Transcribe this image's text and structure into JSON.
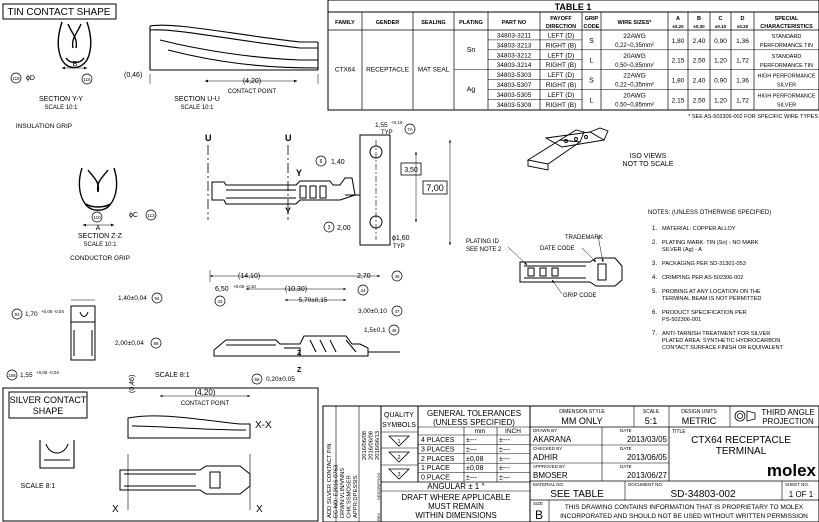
{
  "title_block": {
    "tin_contact_shape": "TIN CONTACT SHAPE",
    "silver_contact_shape": "SILVER CONTACT SHAPE",
    "silver_contact_shape_line1": "SILVER CONTACT",
    "silver_contact_shape_line2": "SHAPE"
  },
  "table1": {
    "title": "TABLE 1",
    "headers": [
      "FAMILY",
      "GENDER",
      "SEALING",
      "PLATING",
      "PART NO",
      "PAYOFF DIRECTION",
      "GRIP CODE",
      "WIRE SIZES*",
      "A ±0.20",
      "B ±0.30",
      "C ±0.10",
      "D ±0.20",
      "SPECIAL CHARACTERISTICS"
    ],
    "family": "CTX64",
    "gender": "RECEPTACLE",
    "sealing": "MAT SEAL",
    "rows": [
      {
        "plating": "Sn",
        "part": "34803-3211",
        "payoff": "LEFT (D)",
        "grip": "S",
        "wire1": "22AWG",
        "wire2": "0,22~0,35mm²",
        "a": "1,80",
        "b": "2,40",
        "c": "0,90",
        "d": "1,36",
        "special1": "STANDARD",
        "special2": "PERFORMANCE TIN"
      },
      {
        "plating": "",
        "part": "34803-3213",
        "payoff": "RIGHT (B)",
        "grip": "",
        "wire1": "",
        "wire2": "",
        "a": "",
        "b": "",
        "c": "",
        "d": "",
        "special1": "",
        "special2": ""
      },
      {
        "plating": "",
        "part": "34803-3212",
        "payoff": "LEFT (D)",
        "grip": "L",
        "wire1": "20AWG",
        "wire2": "0,50~0,85mm²",
        "a": "2,15",
        "b": "2,50",
        "c": "1,20",
        "d": "1,72",
        "special1": "STANDARD",
        "special2": "PERFORMANCE TIN"
      },
      {
        "plating": "",
        "part": "34803-3214",
        "payoff": "RIGHT (B)",
        "grip": "",
        "wire1": "",
        "wire2": "",
        "a": "",
        "b": "",
        "c": "",
        "d": "",
        "special1": "",
        "special2": ""
      },
      {
        "plating": "Ag",
        "part": "34803-5303",
        "payoff": "LEFT (D)",
        "grip": "S",
        "wire1": "22AWG",
        "wire2": "0,22~0,35mm²",
        "a": "1,80",
        "b": "2,40",
        "c": "0,90",
        "d": "1,36",
        "special1": "HIGH PERFORMANCE",
        "special2": "SILVER"
      },
      {
        "plating": "",
        "part": "34803-5307",
        "payoff": "RIGHT (B)",
        "grip": "",
        "wire1": "",
        "wire2": "",
        "a": "",
        "b": "",
        "c": "",
        "d": "",
        "special1": "",
        "special2": ""
      },
      {
        "plating": "",
        "part": "34803-5305",
        "payoff": "LEFT (D)",
        "grip": "L",
        "wire1": "20AWG",
        "wire2": "0,50~0,85mm²",
        "a": "2,15",
        "b": "2,50",
        "c": "1,20",
        "d": "1,72",
        "special1": "HIGH PERFORMANCE",
        "special2": "SILVER"
      },
      {
        "plating": "",
        "part": "34803-5309",
        "payoff": "RIGHT (B)",
        "grip": "",
        "wire1": "",
        "wire2": "",
        "a": "",
        "b": "",
        "c": "",
        "d": "",
        "special1": "",
        "special2": ""
      }
    ],
    "footnote": "* SEE AS-502306-002 FOR SPECIFIC WIRE TYPES"
  },
  "sections": {
    "yy_1": "SECTION Y-Y",
    "yy_2": "SCALE 10:1",
    "uu_1": "SECTION U-U",
    "uu_2": "SCALE 10:1",
    "zz_1": "SECTION Z-Z",
    "zz_2": "SCALE 10:1",
    "insulation_grip": "INSULATION GRIP",
    "conductor_grip": "CONDUCTOR GRIP",
    "contact_point": "CONTACT POINT",
    "iso_views_1": "ISO VIEWS",
    "iso_views_2": "NOT TO SCALE",
    "scale_8": "SCALE 8:1",
    "scale_8b": "SCALE 8:1",
    "xx": "X-X",
    "plating_id_1": "PLATING ID",
    "plating_id_2": "SEE NOTE 2",
    "trademark": "TRADEMARK",
    "date_code": "DATE CODE",
    "grip_code": "GRIP CODE"
  },
  "dimensions": {
    "d_046": "(0,46)",
    "d_420": "(4,20)",
    "d_420b": "(4,20)",
    "d_046b": "(0,46)",
    "d_155": "1,55",
    "d_155_tol": "+0,10",
    "typ": "TYP",
    "d_140": "1,40",
    "d_350": "3,50",
    "d_700": "7,00",
    "d_200": "2,00",
    "d_160": "ϕ1,60",
    "typ2": "TYP",
    "d_1410": "(14,10)",
    "d_1030": "(10,30)",
    "d_270": "2,70",
    "d_650": "6,50",
    "d_650_tol": "+0,05 -0,10",
    "d_570": "5,70±0,15",
    "d_300": "3,00±0,10",
    "d_15": "1,5±0,1",
    "d_020": "0,20±0,05",
    "d_140b": "1,40±0,04",
    "d_170": "1,70",
    "d_170_tol": "+0,06 -0,04",
    "d_200b": "2,00±0,04",
    "d_155b": "1,55",
    "d_155b_tol": "+0,06 -0,04",
    "phi_d": "ϕD",
    "phi_c": "ϕC",
    "b": "B",
    "a": "A",
    "u": "U",
    "y": "Y",
    "x": "X"
  },
  "balloons": [
    "118",
    "116",
    "110",
    "113",
    "6",
    "7A",
    "2",
    "3",
    "45",
    "43",
    "44",
    "47",
    "48",
    "94",
    "93",
    "98",
    "58",
    "106"
  ],
  "notes": {
    "heading": "NOTES: (UNLESS OTHERWISE SPECIFIED)",
    "items": [
      {
        "num": "1.",
        "lines": [
          "MATERIAL: COPPER ALLOY"
        ]
      },
      {
        "num": "2.",
        "lines": [
          "PLATING MARK:  TIN (Sn) - NO MARK",
          "SILVER (Ag) - A"
        ]
      },
      {
        "num": "3.",
        "lines": [
          "PACKAGING PER SD-31301-053"
        ]
      },
      {
        "num": "4.",
        "lines": [
          "CRIMPING PER AS-502306-002"
        ]
      },
      {
        "num": "5.",
        "lines": [
          "PROBING AT ANY LOCATION ON THE",
          "TERMINAL BEAM IS NOT PERMITTED"
        ]
      },
      {
        "num": "6.",
        "lines": [
          "PRODUCT SPECIFICATION PER",
          "PS-502306-001"
        ]
      },
      {
        "num": "7.",
        "lines": [
          "ANTI-TARNISH TREATMENT FOR SILVER",
          "PLATED AREA: SYNTHETIC HYDROCARBON",
          "CONTACT SURFACE FINISH OR EQUIVALENT"
        ]
      }
    ]
  },
  "revisions": {
    "lines": [
      "ADD SILVER CONTACT P/N",
      "EC NO: E2016-0763",
      "DRWN:VLIN/VNNS",
      "CHK:SSMOSER",
      "APPR:DPESSIS"
    ],
    "dates": [
      "2016/06/08",
      "2016/06/08",
      "2016/06/13"
    ],
    "labels": [
      "REV",
      "DESCRIPTION"
    ]
  },
  "tb": {
    "quality": "QUALITY",
    "symbols": "SYMBOLS",
    "gen_tol_1": "GENERAL TOLERANCES",
    "gen_tol_2": "(UNLESS SPECIFIED)",
    "mm": "mm",
    "inch": "INCH",
    "tol_rows": [
      {
        "places": "4 PLACES",
        "mm": "±---",
        "inch": "±---"
      },
      {
        "places": "3 PLACES",
        "mm": "±---",
        "inch": "±---"
      },
      {
        "places": "2 PLACES",
        "mm": "±0,08",
        "inch": "±---"
      },
      {
        "places": "1 PLACE",
        "mm": "±0,08",
        "inch": "±---"
      },
      {
        "places": "0 PLACE",
        "mm": "±---",
        "inch": "±---"
      }
    ],
    "angular": "ANGULAR ± 1 °",
    "draft_1": "DRAFT WHERE APPLICABLE",
    "draft_2": "MUST REMAIN",
    "draft_3": "WITHIN DIMENSIONS",
    "dim_style": "DIMENSION STYLE",
    "mm_only": "MM ONLY",
    "scale_lbl": "SCALE",
    "scale_val": "5:1",
    "design_units": "DESIGN UNITS",
    "metric": "METRIC",
    "third_angle_1": "THIRD ANGLE",
    "third_angle_2": "PROJECTION",
    "drawn_by": "DRAWN BY",
    "checked_by": "CHECKED BY",
    "approved_by": "APPROVED BY",
    "date_lbl": "DATE",
    "drawn_name": "AKARANA",
    "drawn_date": "2013/03/05",
    "checked_name": "ADHIR",
    "checked_date": "2013/06/05",
    "approved_name": "BMOSER",
    "approved_date": "2013/06/27",
    "title_lbl": "TITLE",
    "title_1": "CTX64 RECEPTACLE",
    "title_2": "TERMINAL",
    "material_lbl": "MATERIAL NO.",
    "material_val": "SEE TABLE",
    "document_lbl": "DOCUMENT NO.",
    "document_val": "SD-34803-002",
    "sheet_lbl": "SHEET NO.",
    "sheet_val": "1 OF 1",
    "size_lbl": "SIZE",
    "size_val": "B",
    "proprietary_1": "THIS DRAWING CONTAINS INFORMATION THAT IS PROPRIETARY TO MOLEX",
    "proprietary_2": "INCORPORATED AND SHOULD NOT BE USED WITHOUT WRITTEN PERMISSION",
    "logo": "molex",
    "q1": "1",
    "q2": "2",
    "q3": "3"
  }
}
